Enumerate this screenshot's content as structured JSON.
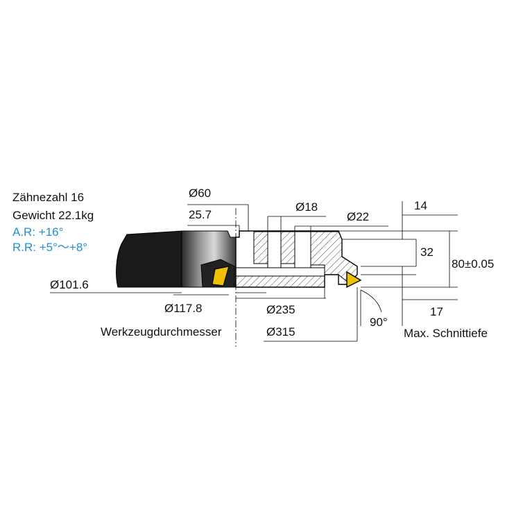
{
  "specs": {
    "teeth": "Zähnezahl 16",
    "weight": "Gewicht 22.1kg",
    "axial_rake": "A.R: +16°",
    "radial_rake": "R.R: +5°～+8°"
  },
  "dimensions": {
    "d60": "Ø60",
    "d25_7": "25.7",
    "d18": "Ø18",
    "d22": "Ø22",
    "d14": "14",
    "d32": "32",
    "d80": "80±0.05",
    "d101_6": "Ø101.6",
    "d117_8": "Ø117.8",
    "d235": "Ø235",
    "d315": "Ø315",
    "tool_diameter_label": "Werkzeugdurchmesser",
    "angle90": "90°",
    "d17": "17",
    "max_cut_label": "Max. Schnittiefe"
  },
  "colors": {
    "blue_text": "#1f8fd0",
    "insert_yellow": "#f0c000",
    "body_dark": "#1a1a1a"
  }
}
